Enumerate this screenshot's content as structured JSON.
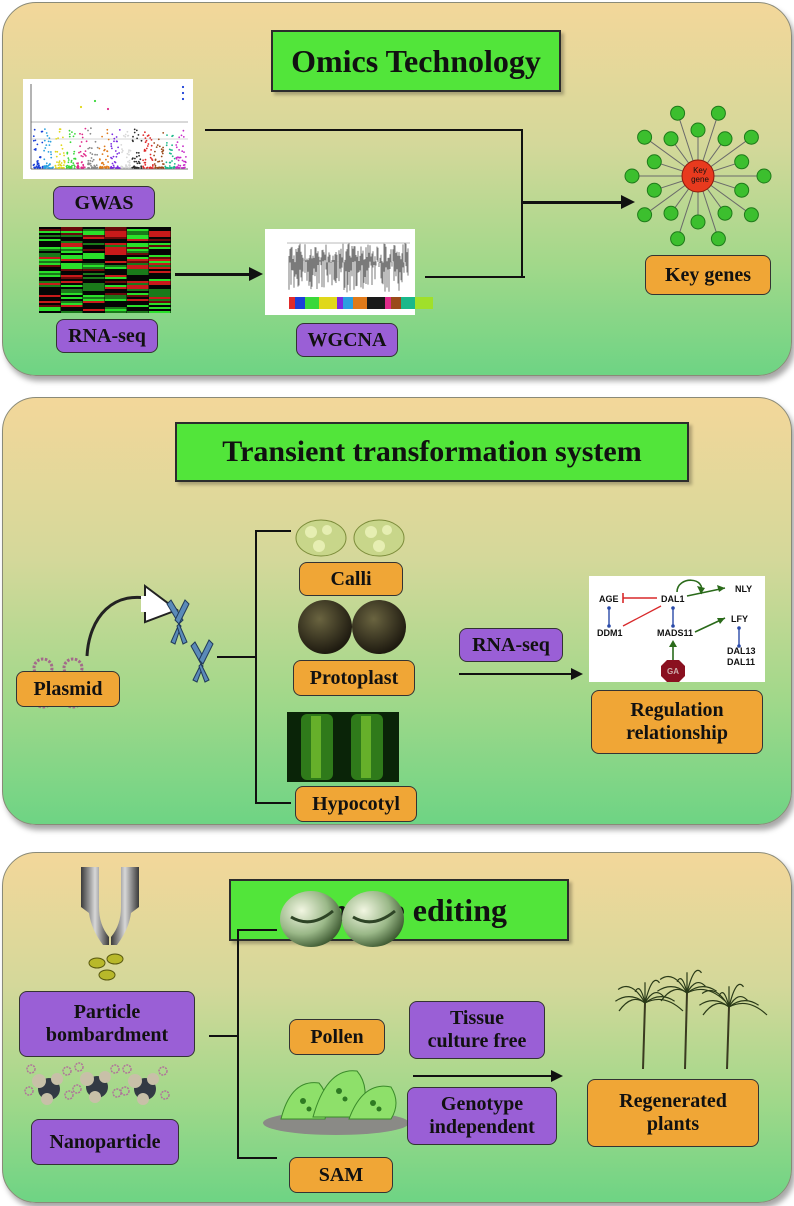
{
  "panels": {
    "omics": {
      "title": "Omics Technology",
      "gwas": "GWAS",
      "rnaseq": "RNA-seq",
      "wgcna": "WGCNA",
      "key_genes": "Key genes",
      "key_gene_node": "Key gene"
    },
    "transient": {
      "title": "Transient transformation system",
      "plasmid": "Plasmid",
      "calli": "Calli",
      "protoplast": "Protoplast",
      "hypocotyl": "Hypocotyl",
      "rnaseq": "RNA-seq",
      "regulation": "Regulation relationship",
      "network": {
        "age": "AGE",
        "dal1": "DAL1",
        "nly": "NLY",
        "lfy": "LFY",
        "ddm1": "DDM1",
        "mads11": "MADS11",
        "dal13": "DAL13",
        "dal11": "DAL11",
        "ga": "GA"
      }
    },
    "genome": {
      "title": "Genome editing",
      "particle": "Particle bombardment",
      "nanoparticle": "Nanoparticle",
      "pollen": "Pollen",
      "sam": "SAM",
      "tissue_free": "Tissue culture free",
      "genotype": "Genotype independent",
      "regenerated": "Regenerated plants"
    }
  },
  "colors": {
    "title_green": "#52e53a",
    "label_purple": "#9a5fd6",
    "label_orange": "#f0a636",
    "node_green": "#3cbf2e",
    "key_node": "#e83a1e"
  }
}
